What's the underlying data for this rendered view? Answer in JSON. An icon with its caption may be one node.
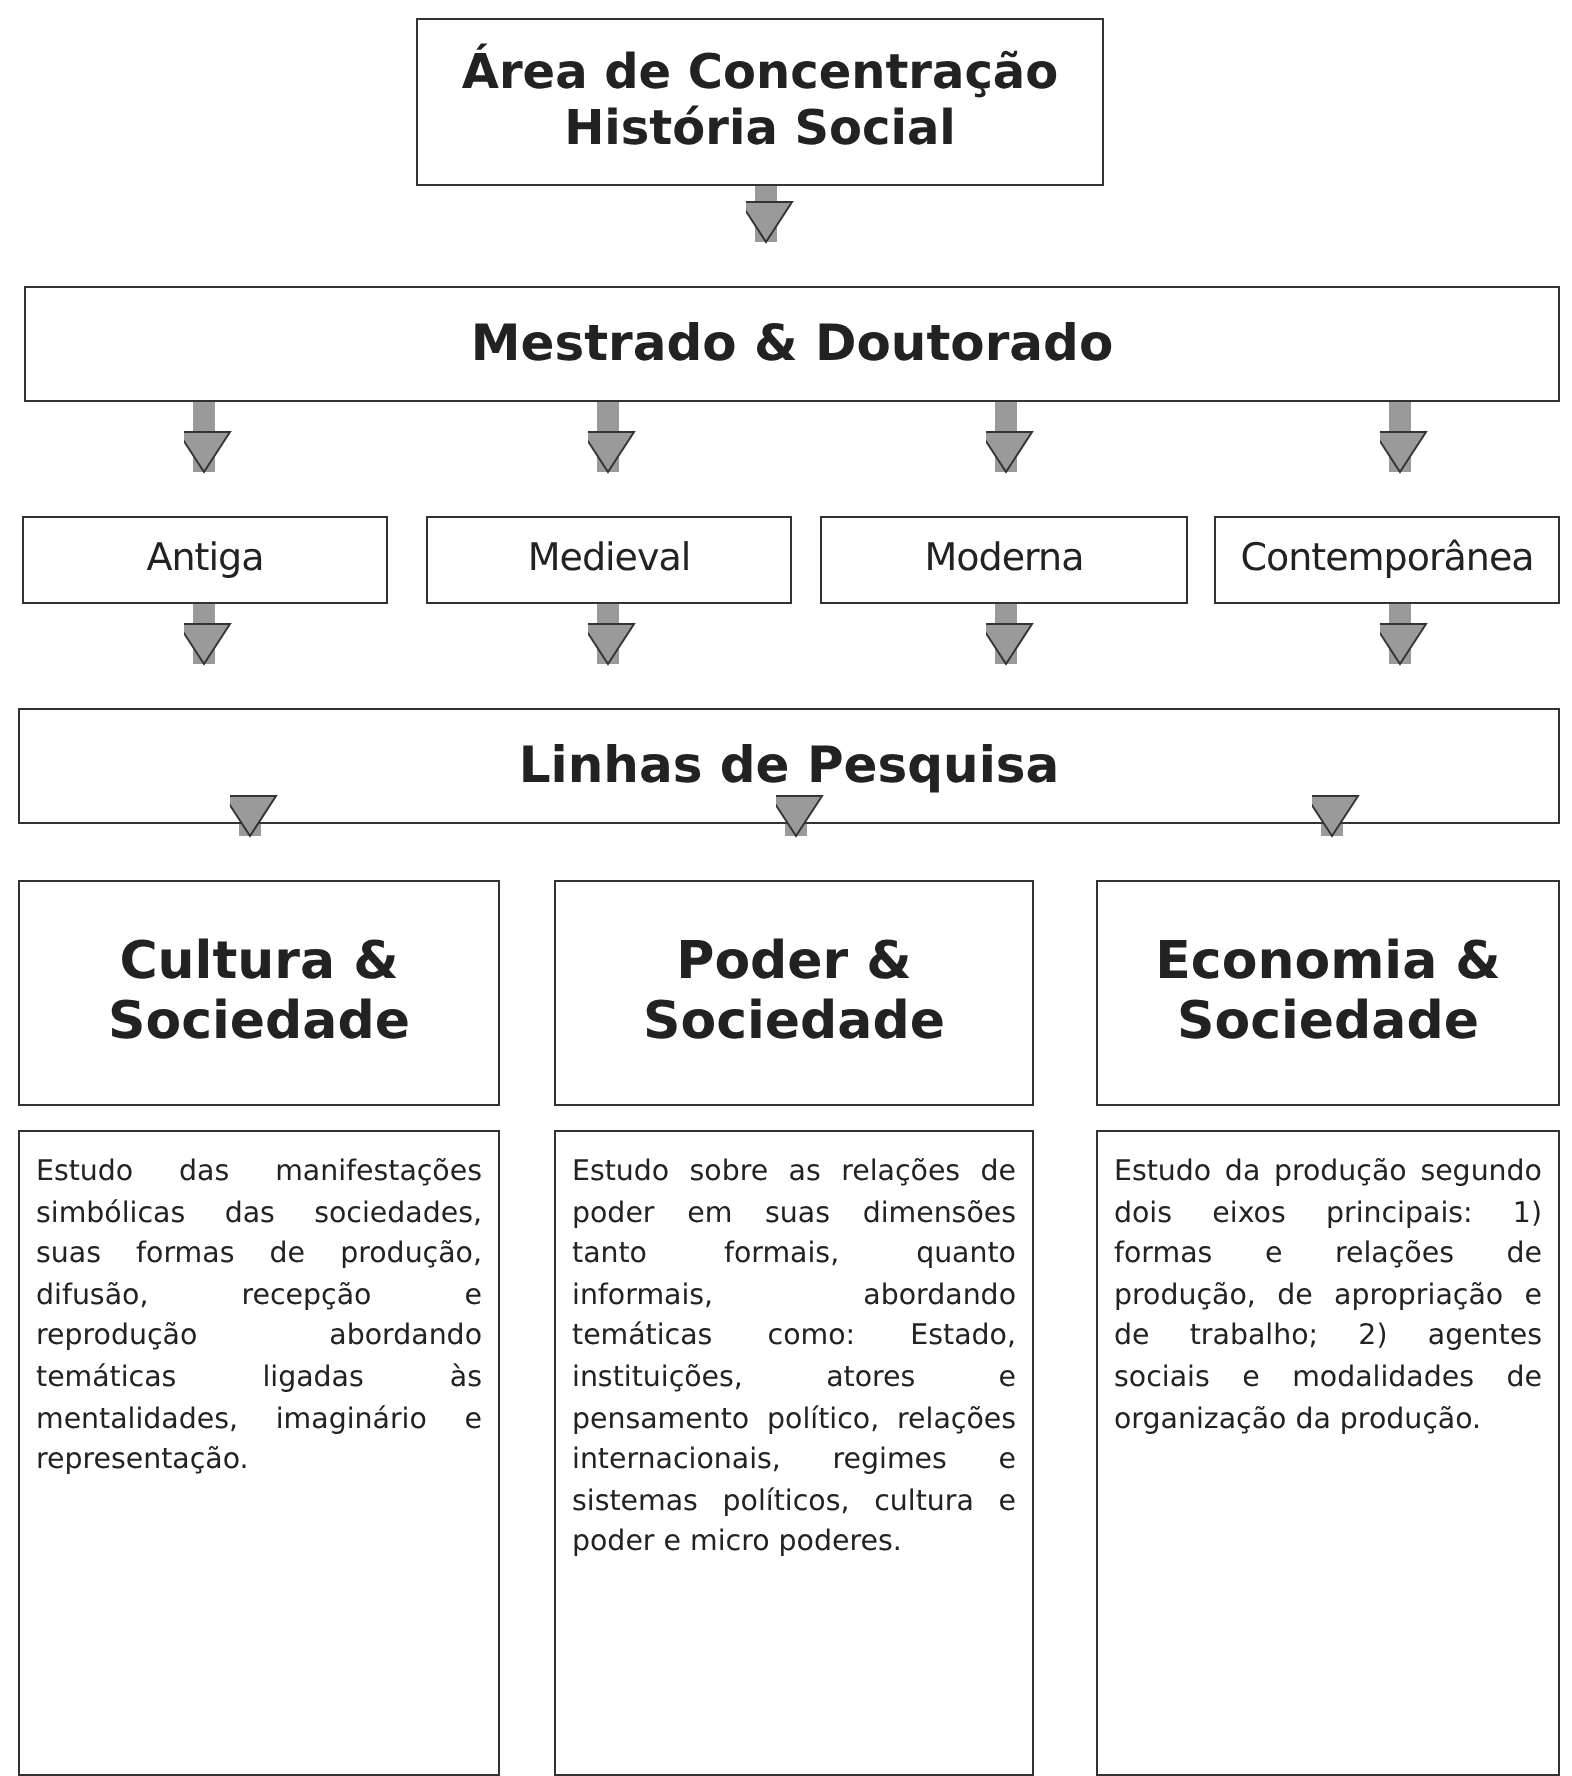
{
  "diagram": {
    "nodes": [
      {
        "text": [
          "Área de Concentração",
          "História Social"
        ]
      },
      {
        "text": [
          "Mestrado & Doutorado"
        ]
      },
      {
        "text": [
          "Antiga"
        ]
      },
      {
        "text": [
          "Medieval"
        ]
      },
      {
        "text": [
          "Moderna"
        ]
      },
      {
        "text": [
          "Contemporânea"
        ]
      },
      {
        "text": [
          "Linhas de Pesquisa"
        ]
      },
      {
        "text": [
          "Cultura & Sociedade"
        ]
      },
      {
        "text": [
          "Poder & Sociedade"
        ]
      },
      {
        "text": [
          "Economia & Sociedade"
        ]
      },
      {
        "text": [
          "Estudo das manifestações simbólicas das sociedades, suas formas de produção, difusão, recepção e reprodução abordando temáticas ligadas às mentalidades, imaginário e representação."
        ]
      },
      {
        "text": [
          "Estudo sobre as relações de poder em suas dimensões tanto formais, quanto informais, abordando temáticas como: Estado, instituições, atores e pensamento político, relações internacionais, regimes e sistemas políticos, cultura e poder e micro poderes."
        ]
      },
      {
        "text": [
          "Estudo da produção segundo dois eixos principais: 1) formas e relações de produção, de apropriação e de trabalho; 2) agentes sociais e modalidades de organização da produção."
        ]
      }
    ],
    "edges": [
      {
        "from": 0,
        "to": 1,
        "arrow": "to"
      },
      {
        "from": 1,
        "to": 2,
        "arrow": "to"
      },
      {
        "from": 1,
        "to": 3,
        "arrow": "to"
      },
      {
        "from": 1,
        "to": 4,
        "arrow": "to"
      },
      {
        "from": 1,
        "to": 5,
        "arrow": "to"
      },
      {
        "from": 2,
        "to": 6,
        "arrow": "to"
      },
      {
        "from": 3,
        "to": 6,
        "arrow": "to"
      },
      {
        "from": 4,
        "to": 6,
        "arrow": "to"
      },
      {
        "from": 5,
        "to": 6,
        "arrow": "to"
      },
      {
        "from": 6,
        "to": 7,
        "arrow": "to"
      },
      {
        "from": 6,
        "to": 8,
        "arrow": "to"
      },
      {
        "from": 6,
        "to": 9,
        "arrow": "to"
      }
    ]
  }
}
